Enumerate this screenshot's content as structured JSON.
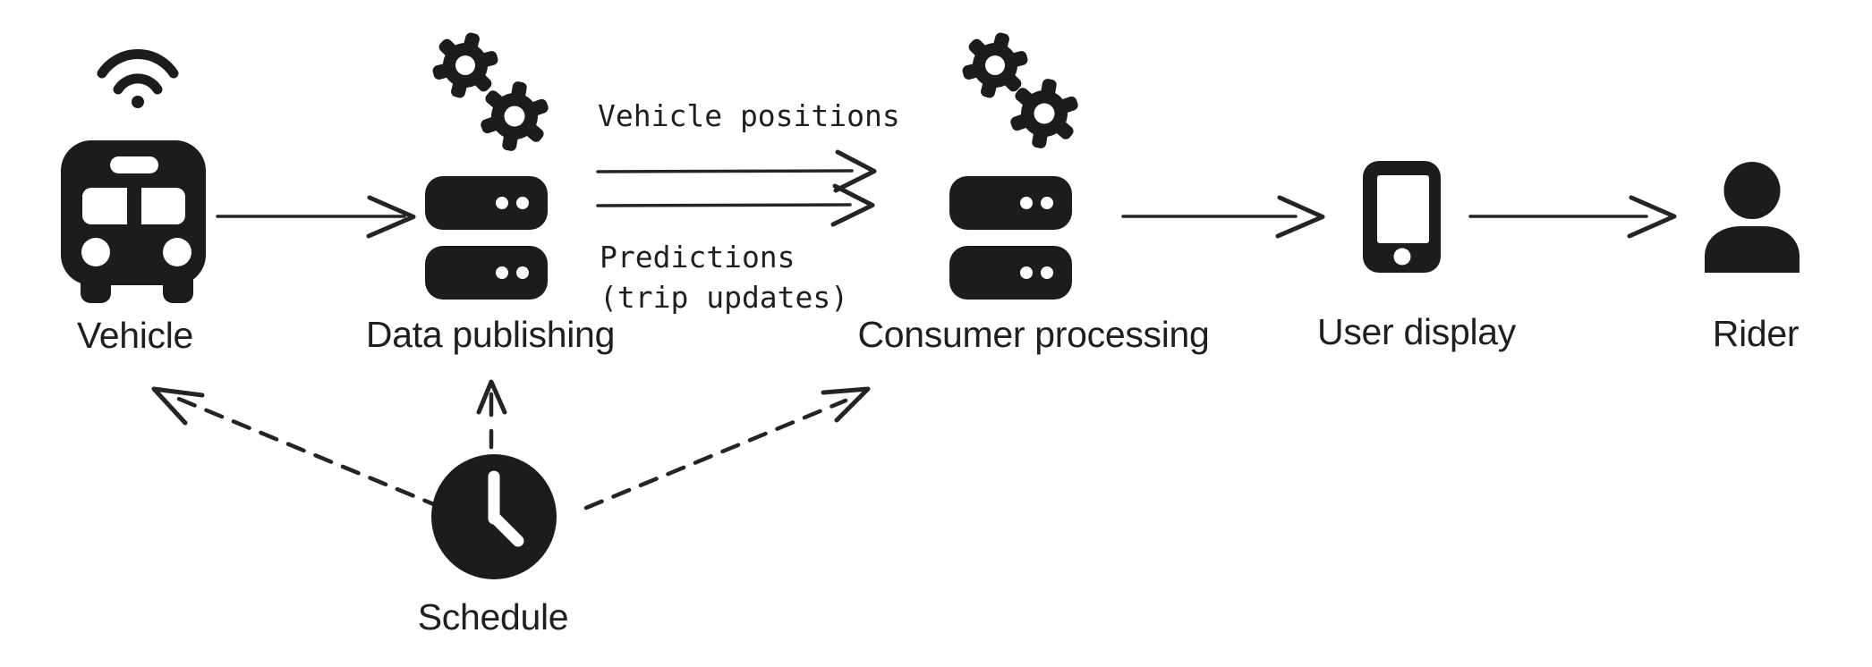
{
  "diagram": {
    "background": "#ffffff",
    "ink_color": "#1c1c1c",
    "text_color": "#1f1f1f",
    "nodes": [
      {
        "id": "vehicle",
        "label": "Vehicle",
        "icons": [
          "wifi-icon",
          "bus-icon"
        ]
      },
      {
        "id": "data-publishing",
        "label": "Data publishing",
        "icons": [
          "gears-icon",
          "server-stack-icon"
        ]
      },
      {
        "id": "consumer-processing",
        "label": "Consumer processing",
        "icons": [
          "gears-icon",
          "server-stack-icon"
        ]
      },
      {
        "id": "user-display",
        "label": "User display",
        "icons": [
          "smartphone-icon"
        ]
      },
      {
        "id": "rider",
        "label": "Rider",
        "icons": [
          "person-icon"
        ]
      },
      {
        "id": "schedule",
        "label": "Schedule",
        "icons": [
          "clock-icon"
        ]
      }
    ],
    "edges": [
      {
        "id": "vehicle-to-data-publishing",
        "from": "vehicle",
        "to": "data-publishing",
        "style": "solid"
      },
      {
        "id": "data-publishing-to-consumer-top",
        "from": "data-publishing",
        "to": "consumer-processing",
        "style": "solid",
        "label": "Vehicle positions"
      },
      {
        "id": "data-publishing-to-consumer-bottom",
        "from": "data-publishing",
        "to": "consumer-processing",
        "style": "solid",
        "label_line1": "Predictions",
        "label_line2": "(trip updates)"
      },
      {
        "id": "consumer-to-user-display",
        "from": "consumer-processing",
        "to": "user-display",
        "style": "solid"
      },
      {
        "id": "user-display-to-rider",
        "from": "user-display",
        "to": "rider",
        "style": "solid"
      },
      {
        "id": "schedule-to-vehicle",
        "from": "schedule",
        "to": "vehicle",
        "style": "dashed"
      },
      {
        "id": "schedule-to-data-publishing",
        "from": "schedule",
        "to": "data-publishing",
        "style": "dashed"
      },
      {
        "id": "schedule-to-consumer-processing",
        "from": "schedule",
        "to": "consumer-processing",
        "style": "dashed"
      }
    ]
  }
}
